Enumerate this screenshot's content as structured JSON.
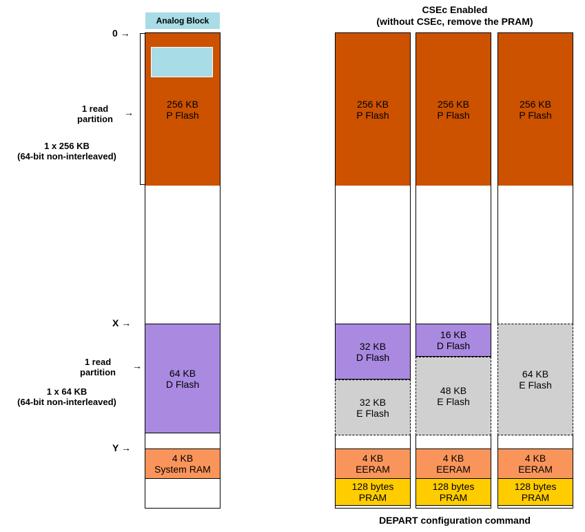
{
  "analog_block": {
    "label": "Analog Block",
    "color": "#a8dce6"
  },
  "axis": {
    "zero": "0",
    "x": "X",
    "y": "Y"
  },
  "left_labels": {
    "top_read": [
      "1 read",
      "partition"
    ],
    "top_size": [
      "1 x 256 KB",
      "(64-bit non-interleaved)"
    ],
    "mid_read": [
      "1 read",
      "partition"
    ],
    "mid_size": [
      "1 x 64 KB",
      "(64-bit non-interleaved)"
    ]
  },
  "left_column": {
    "pflash": [
      "256 KB",
      "P Flash"
    ],
    "dflash": [
      "64 KB",
      "D Flash"
    ],
    "ram": [
      "4 KB",
      "System RAM"
    ]
  },
  "right_header": [
    "CSEc Enabled",
    "(without CSEc, remove the PRAM)"
  ],
  "right_footer": "DEPART configuration command",
  "right_columns": [
    {
      "pflash": [
        "256 KB",
        "P Flash"
      ],
      "dflash": [
        "32 KB",
        "D Flash"
      ],
      "eflash": [
        "32 KB",
        "E Flash"
      ],
      "eeram": [
        "4 KB",
        "EERAM"
      ],
      "pram": [
        "128 bytes",
        "PRAM"
      ]
    },
    {
      "pflash": [
        "256 KB",
        "P Flash"
      ],
      "dflash": [
        "16 KB",
        "D Flash"
      ],
      "eflash": [
        "48 KB",
        "E Flash"
      ],
      "eeram": [
        "4 KB",
        "EERAM"
      ],
      "pram": [
        "128 bytes",
        "PRAM"
      ]
    },
    {
      "pflash": [
        "256 KB",
        "P Flash"
      ],
      "eflash": [
        "64 KB",
        "E Flash"
      ],
      "eeram": [
        "4 KB",
        "EERAM"
      ],
      "pram": [
        "128 bytes",
        "PRAM"
      ]
    }
  ],
  "colors": {
    "pflash": "#cc5200",
    "dflash": "#a98ae0",
    "eflash": "#d0d0d0",
    "ram": "#f9955b",
    "pram": "#ffcc00"
  }
}
